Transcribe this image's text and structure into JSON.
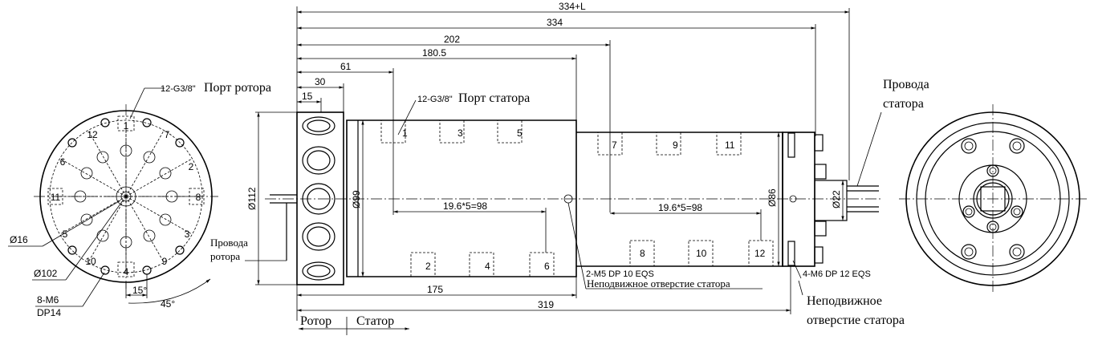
{
  "front_view": {
    "rotor_port_spec": "12-G3/8\"",
    "rotor_port_label": "Порт ротора",
    "port_numbers": [
      "1",
      "2",
      "3",
      "4",
      "5",
      "6",
      "7",
      "8",
      "9",
      "10",
      "11",
      "12"
    ],
    "dia_small": "Ø16",
    "dia_large": "Ø102",
    "bolt_spec": "8-M6",
    "bolt_depth": "DP14",
    "angle_small": "15°",
    "angle_large": "45°"
  },
  "side_view": {
    "dim_total_l": "334+L",
    "dim_total": "334",
    "dim_202": "202",
    "dim_180": "180.5",
    "dim_61": "61",
    "dim_30": "30",
    "dim_15": "15",
    "dim_d112": "Ø112",
    "dim_d99": "Ø99",
    "dim_d86": "Ø86",
    "dim_d22": "Ø22",
    "pitch_left": "19.6*5=98",
    "pitch_right": "19.6*5=98",
    "dim_175": "175",
    "dim_319": "319",
    "stator_port_spec": "12-G3/8\"",
    "stator_port_label": "Порт статора",
    "rotor_wires": "Провода ротора",
    "rotor_wires_l1": "Провода",
    "rotor_wires_l2": "ротора",
    "stator_wires_l1": "Провода",
    "stator_wires_l2": "статора",
    "hole_m5": "2-M5 DP 10 EQS",
    "hole_m6": "4-M6 DP 12 EQS",
    "fixed_hole_1": "Неподвижное отверстие статора",
    "fixed_hole_2_l1": "Неподвижное",
    "fixed_hole_2_l2": "отверстие статора",
    "rotor": "Ротор",
    "stator": "Статор",
    "ports_top": [
      "1",
      "3",
      "5",
      "7",
      "9",
      "11"
    ],
    "ports_bottom": [
      "2",
      "4",
      "6",
      "8",
      "10",
      "12"
    ]
  }
}
